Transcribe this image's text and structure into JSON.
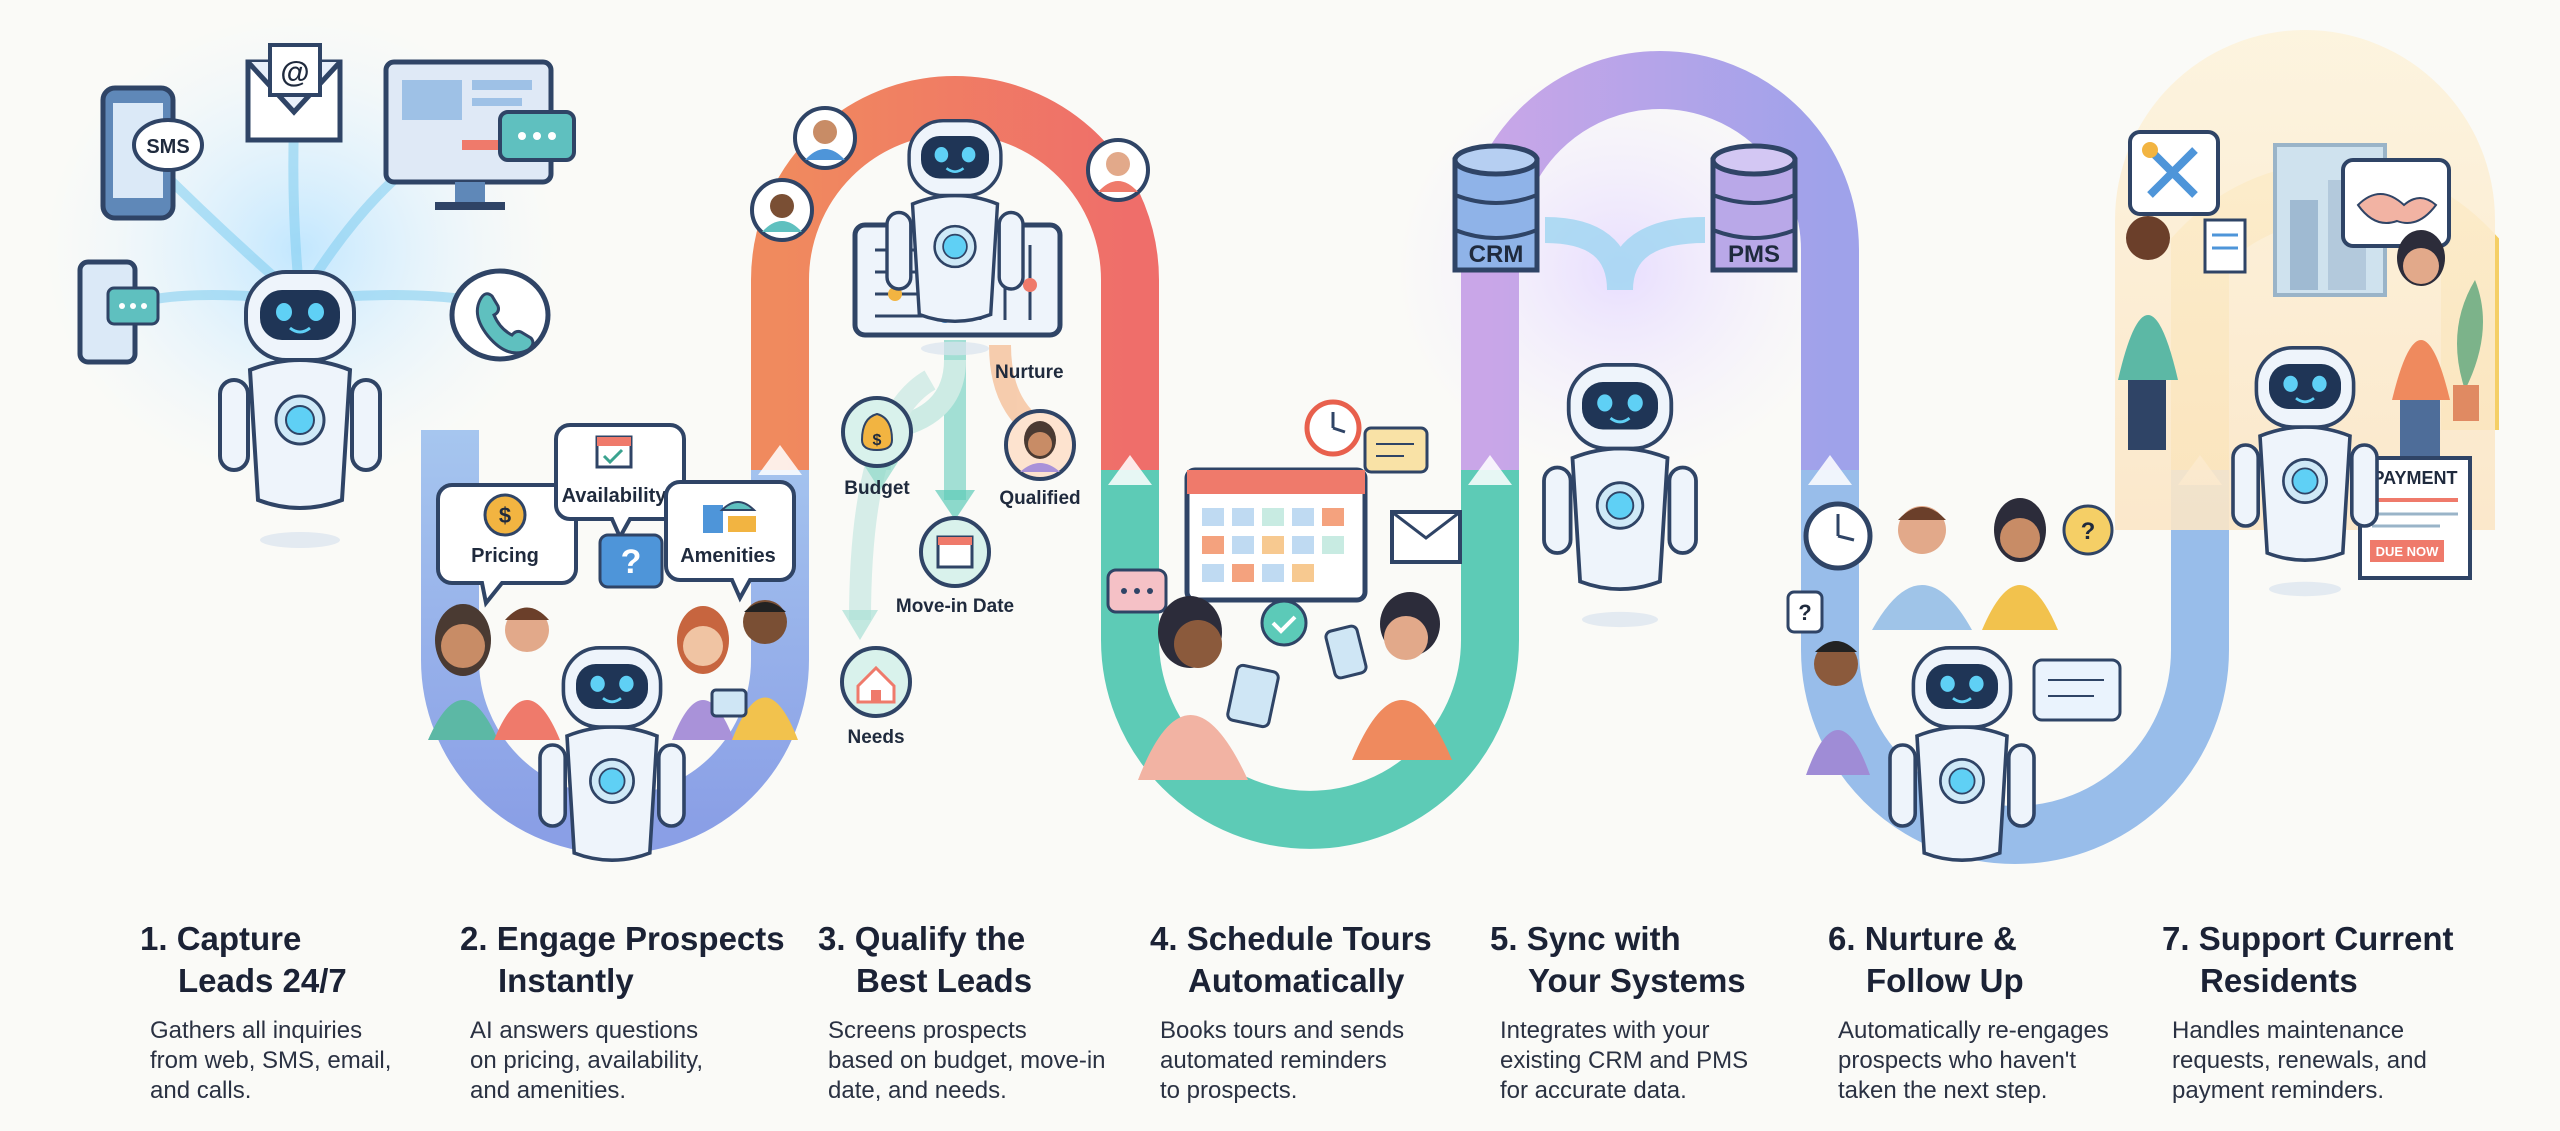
{
  "illustration": {
    "step1": {
      "sms": "SMS",
      "at": "@"
    },
    "step2": {
      "pricing": "Pricing",
      "availability": "Availability",
      "amenities": "Amenities",
      "question": "?",
      "dollar": "$"
    },
    "step3": {
      "nurture": "Nurture",
      "budget": "Budget",
      "qualified": "Qualified",
      "move_in": "Move-in Date",
      "needs": "Needs",
      "dollar": "$"
    },
    "step5": {
      "crm": "CRM",
      "pms": "PMS"
    },
    "step6": {
      "question_a": "?",
      "question_b": "?"
    },
    "step7": {
      "payment": "PAYMENT",
      "due_now": "DUE NOW"
    }
  },
  "steps": [
    {
      "title_1": "1. Capture",
      "title_2": "Leads 24/7",
      "desc": [
        "Gathers all inquiries",
        "from web, SMS, email,",
        "and calls."
      ]
    },
    {
      "title_1": "2. Engage Prospects",
      "title_2": "Instantly",
      "desc": [
        "AI answers questions",
        "on pricing, availability,",
        "and amenities."
      ]
    },
    {
      "title_1": "3. Qualify the",
      "title_2": "Best Leads",
      "desc": [
        "Screens prospects",
        "based on budget, move-in",
        "date, and needs."
      ]
    },
    {
      "title_1": "4. Schedule Tours",
      "title_2": "Automatically",
      "desc": [
        "Books tours and sends",
        "automated reminders",
        "to prospects."
      ]
    },
    {
      "title_1": "5. Sync with",
      "title_2": "Your Systems",
      "desc": [
        "Integrates with your",
        "existing CRM and PMS",
        "for accurate data."
      ]
    },
    {
      "title_1": "6. Nurture &",
      "title_2": "Follow Up",
      "desc": [
        "Automatically re-engages",
        "prospects who haven't",
        "taken the next step."
      ]
    },
    {
      "title_1": "7. Support Current",
      "title_2": "Residents",
      "desc": [
        "Handles maintenance",
        "requests, renewals, and",
        "payment reminders."
      ]
    }
  ],
  "colors": {
    "ribbon_blue": "#8fb3e8",
    "ribbon_red": "#ef7b63",
    "ribbon_teal": "#5ccab8",
    "ribbon_purple": "#b5a2e6",
    "ribbon_yellow": "#f4cd62",
    "robot_body": "#eef4fb",
    "robot_face": "#1f3556",
    "robot_eye": "#5fd0f5"
  }
}
